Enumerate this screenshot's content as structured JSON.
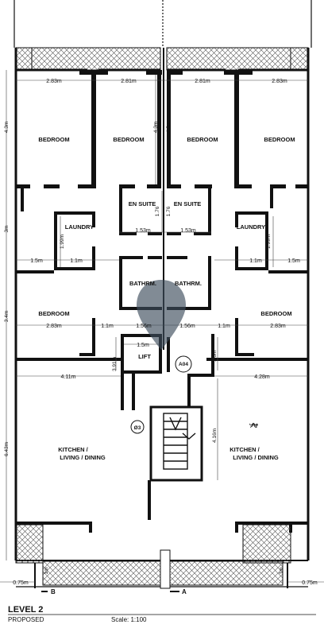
{
  "drawing": {
    "level_title": "LEVEL 2",
    "status": "PROPOSED",
    "scale": "Scale: 1:100"
  },
  "rooms": {
    "bedroom": "BEDROOM",
    "ensuite": "EN SUITE",
    "laundry": "LAUNDRY",
    "bathroom": "BATHRM.",
    "lift": "LIFT",
    "kitchen_line1": "KITCHEN /",
    "kitchen_line2": "LIVING / DINING",
    "annot_right": "ᡃᢞᡈᡃᡃ"
  },
  "tags": {
    "a04": "A04",
    "d03": "Ø3",
    "section_a": "A",
    "section_b": "B"
  },
  "dims": {
    "w283": "2.83m",
    "w281": "2.81m",
    "w15": "1.5m",
    "w11": "1.1m",
    "w153": "1.53m",
    "w156": "1.56m",
    "w411": "4.11m",
    "w428": "4.28m",
    "w075": "0.75m",
    "h43": "4.3m",
    "h3": "3m",
    "h34": "3.4m",
    "h643": "6.43m",
    "h176": "1.76",
    "h199": "1.99m",
    "h391": "3.91m",
    "h16": "1.6m",
    "h416": "4.16m",
    "h1": "1m"
  }
}
